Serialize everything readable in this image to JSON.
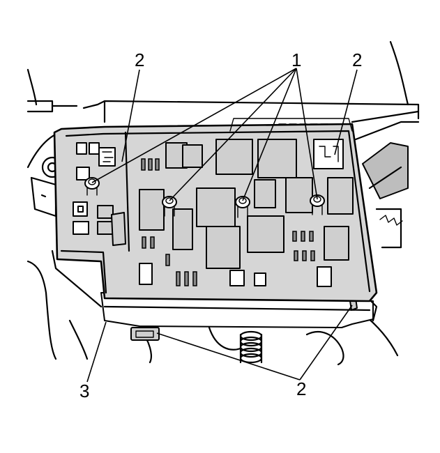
{
  "callouts": {
    "label_1": "1",
    "label_2_top_left": "2",
    "label_2_top_right": "2",
    "label_2_bottom": "2",
    "label_3": "3"
  }
}
